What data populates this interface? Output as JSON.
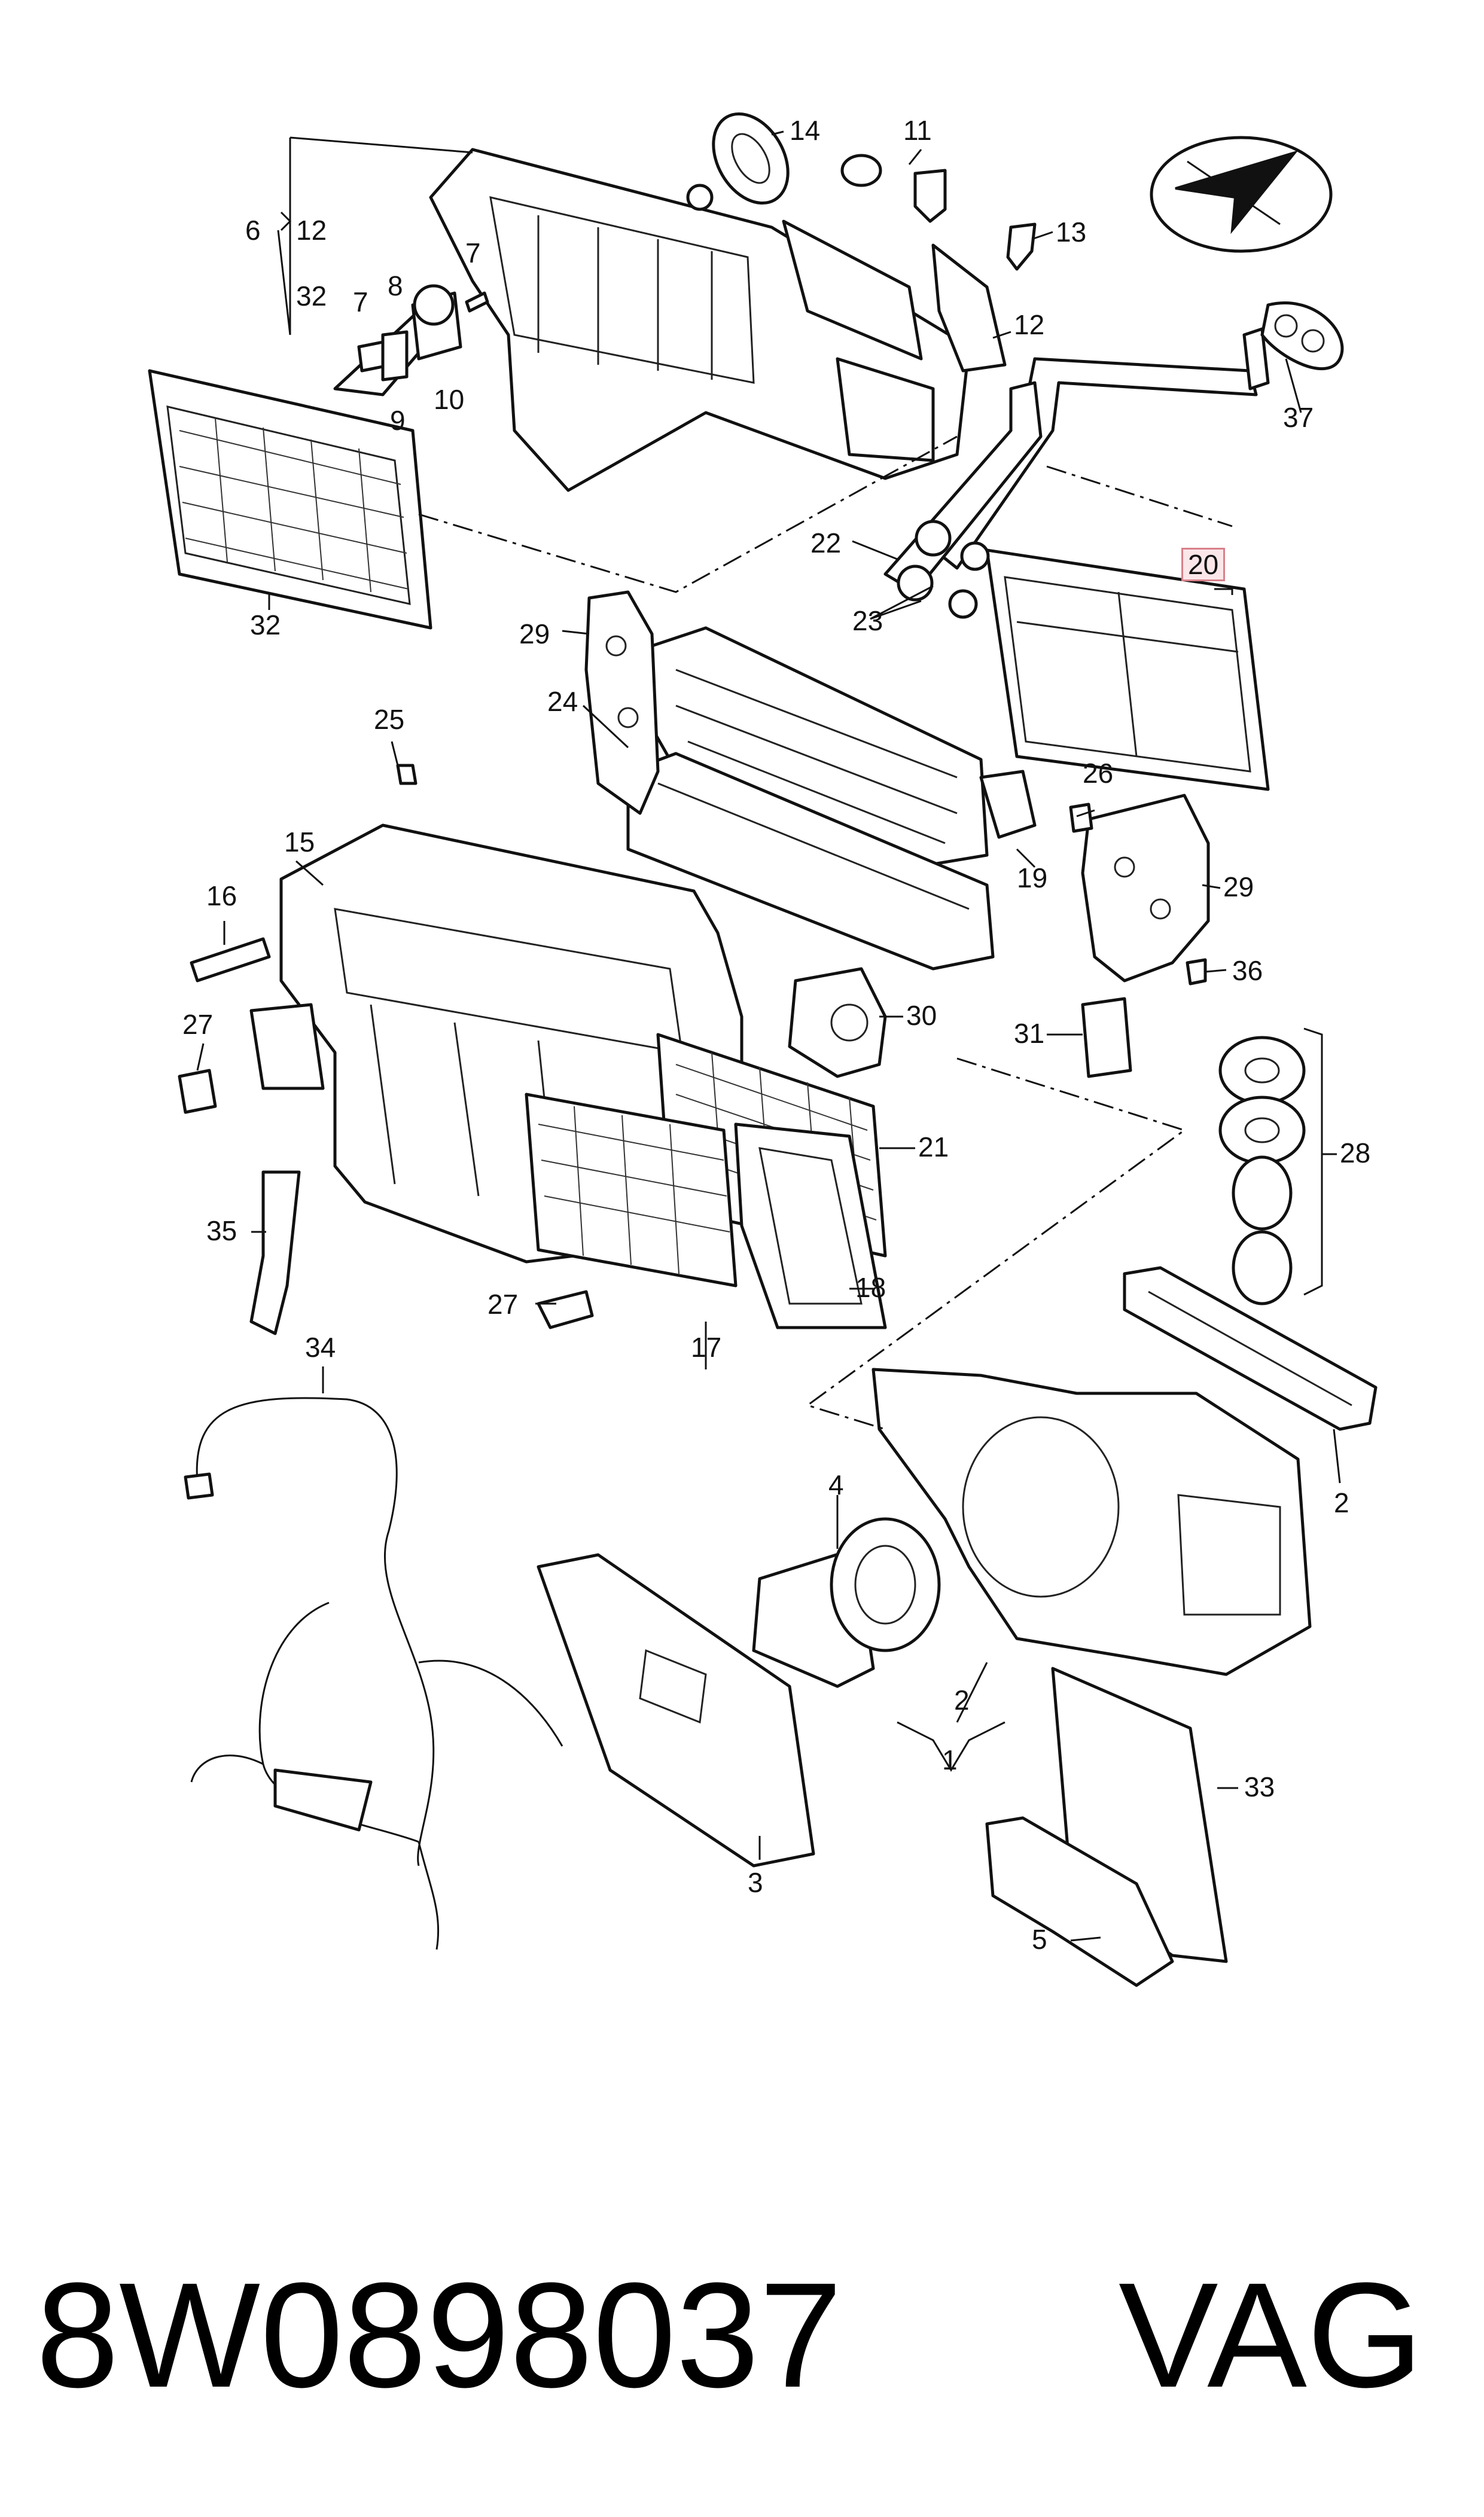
{
  "callouts": [
    {
      "id": "c14",
      "text": "14"
    },
    {
      "id": "c11",
      "text": "11"
    },
    {
      "id": "c6",
      "text": "6"
    },
    {
      "id": "c12a",
      "text": "12"
    },
    {
      "id": "c32a",
      "text": "32"
    },
    {
      "id": "c7a",
      "text": "7"
    },
    {
      "id": "c7b",
      "text": "7"
    },
    {
      "id": "c8",
      "text": "8"
    },
    {
      "id": "c9",
      "text": "9"
    },
    {
      "id": "c10",
      "text": "10"
    },
    {
      "id": "c13",
      "text": "13"
    },
    {
      "id": "c12b",
      "text": "12"
    },
    {
      "id": "c37",
      "text": "37"
    },
    {
      "id": "c22",
      "text": "22"
    },
    {
      "id": "c23",
      "text": "23"
    },
    {
      "id": "c20",
      "text": "20"
    },
    {
      "id": "c32b",
      "text": "32"
    },
    {
      "id": "c29a",
      "text": "29"
    },
    {
      "id": "c24",
      "text": "24"
    },
    {
      "id": "c25",
      "text": "25"
    },
    {
      "id": "c26",
      "text": "26"
    },
    {
      "id": "c19",
      "text": "19"
    },
    {
      "id": "c29b",
      "text": "29"
    },
    {
      "id": "c15",
      "text": "15"
    },
    {
      "id": "c16",
      "text": "16"
    },
    {
      "id": "c36",
      "text": "36"
    },
    {
      "id": "c27a",
      "text": "27"
    },
    {
      "id": "c30",
      "text": "30"
    },
    {
      "id": "c31",
      "text": "31"
    },
    {
      "id": "c28",
      "text": "28"
    },
    {
      "id": "c21",
      "text": "21"
    },
    {
      "id": "c35",
      "text": "35"
    },
    {
      "id": "c27b",
      "text": "27"
    },
    {
      "id": "c18",
      "text": "18"
    },
    {
      "id": "c17",
      "text": "17"
    },
    {
      "id": "c34",
      "text": "34"
    },
    {
      "id": "c4",
      "text": "4"
    },
    {
      "id": "c2a",
      "text": "2"
    },
    {
      "id": "c2b",
      "text": "2"
    },
    {
      "id": "c1",
      "text": "1"
    },
    {
      "id": "c33",
      "text": "33"
    },
    {
      "id": "c3",
      "text": "3"
    },
    {
      "id": "c5",
      "text": "5"
    }
  ],
  "highlighted_part": "20",
  "footer": {
    "part_number": "8W0898037",
    "brand": "VAG"
  },
  "icons": [
    "brand-logo-icon"
  ],
  "colors": {
    "line": "#111111",
    "highlight_border": "#d9808a",
    "highlight_fill": "#fbe7ea"
  }
}
